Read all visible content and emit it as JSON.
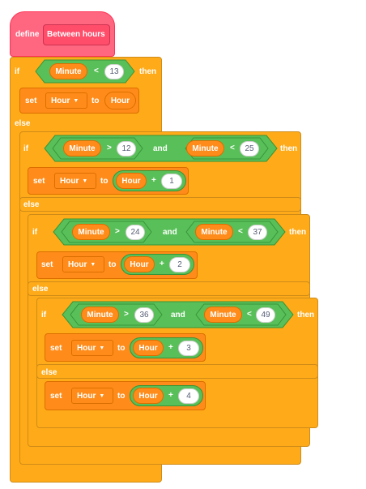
{
  "define": {
    "keyword": "define",
    "name": "Between hours"
  },
  "keywords": {
    "if": "if",
    "then": "then",
    "else": "else",
    "set": "set",
    "to": "to",
    "and": "and",
    "plus": "+"
  },
  "vars": {
    "minute": "Minute",
    "hour": "Hour"
  },
  "conditions": {
    "c1": {
      "op": "<",
      "value": "13"
    },
    "c2a": {
      "op": ">",
      "value": "12"
    },
    "c2b": {
      "op": "<",
      "value": "25"
    },
    "c3a": {
      "op": ">",
      "value": "24"
    },
    "c3b": {
      "op": "<",
      "value": "37"
    },
    "c4a": {
      "op": ">",
      "value": "36"
    },
    "c4b": {
      "op": "<",
      "value": "49"
    }
  },
  "sets": [
    {
      "var": "Hour",
      "add": ""
    },
    {
      "var": "Hour",
      "add": "1"
    },
    {
      "var": "Hour",
      "add": "2"
    },
    {
      "var": "Hour",
      "add": "3"
    },
    {
      "var": "Hour",
      "add": "4"
    }
  ],
  "colors": {
    "control": "#ffab19",
    "variable": "#ff8c1a",
    "operator": "#59c059",
    "define": "#ff6680"
  },
  "icons": {
    "dropdown": "chevron-down-icon"
  }
}
